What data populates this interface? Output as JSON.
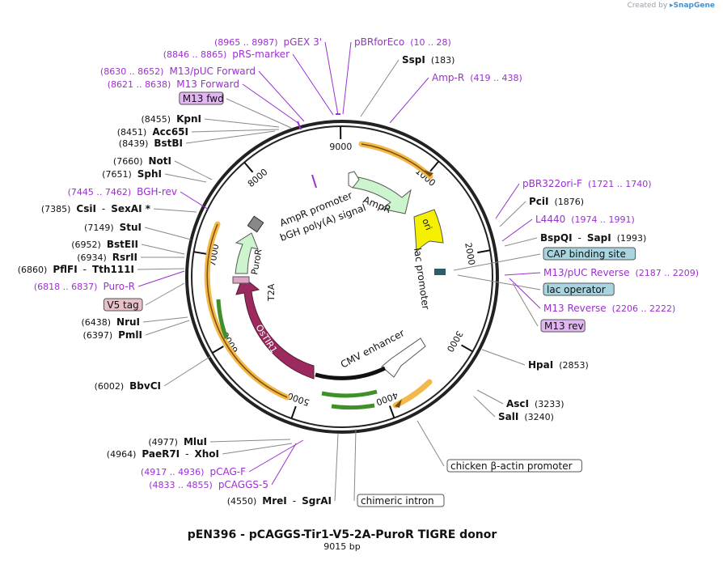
{
  "credit": {
    "prefix": "Created by",
    "brand": "SnapGene"
  },
  "plasmid": {
    "name": "pEN396 - pCAGGS-Tir1-V5-2A-PuroR TIGRE donor",
    "length_label": "9015 bp",
    "length": 9015
  },
  "colors": {
    "purple": "#9b30d0",
    "black": "#111111",
    "leader": "#888888",
    "orange": "#f2b84a",
    "green_arrow": "#cdf5cd",
    "maroon": "#9b2a5e",
    "yellow": "#f5f000",
    "blue_box": "#a8d5e0",
    "purple_box": "#e2b6f2",
    "pink_box": "#e9c0c8"
  },
  "ticks": [
    "1000",
    "2000",
    "3000",
    "4000",
    "5000",
    "6000",
    "7000",
    "8000",
    "9000"
  ],
  "features": [
    {
      "id": "ampr",
      "label": "AmpR"
    },
    {
      "id": "ori",
      "label": "ori"
    },
    {
      "id": "ostir1",
      "label": "OsTIR1"
    },
    {
      "id": "puror",
      "label": "PuroR"
    },
    {
      "id": "cmv",
      "label": "CMV enhancer"
    },
    {
      "id": "lacpro",
      "label": "lac promoter"
    },
    {
      "id": "amprpro",
      "label": "AmpR promoter"
    },
    {
      "id": "bgh",
      "label": "bGH poly(A) signal"
    },
    {
      "id": "t2a",
      "label": "T2A"
    }
  ],
  "left_labels": [
    {
      "pos": "(8965 .. 8987)",
      "name": "pGEX 3'",
      "type": "primer"
    },
    {
      "pos": "(8846 .. 8865)",
      "name": "pRS-marker",
      "type": "primer"
    },
    {
      "pos": "(8630 .. 8652)",
      "name": "M13/pUC Forward",
      "type": "primer"
    },
    {
      "pos": "(8621 .. 8638)",
      "name": "M13 Forward",
      "type": "primer"
    },
    {
      "name": "M13 fwd",
      "type": "box_purple"
    },
    {
      "pos": "(8455)",
      "name": "KpnI",
      "type": "enzyme"
    },
    {
      "pos": "(8451)",
      "name": "Acc65I",
      "type": "enzyme"
    },
    {
      "pos": "(8439)",
      "name": "BstBI",
      "type": "enzyme"
    },
    {
      "pos": "(7660)",
      "name": "NotI",
      "type": "enzyme"
    },
    {
      "pos": "(7651)",
      "name": "SphI",
      "type": "enzyme"
    },
    {
      "pos": "(7445 .. 7462)",
      "name": "BGH-rev",
      "type": "primer"
    },
    {
      "pos": "(7385)",
      "name": "CsiI",
      "name2": "SexAI *",
      "type": "enzyme2"
    },
    {
      "pos": "(7149)",
      "name": "StuI",
      "type": "enzyme"
    },
    {
      "pos": "(6952)",
      "name": "BstEII",
      "type": "enzyme"
    },
    {
      "pos": "(6934)",
      "name": "RsrII",
      "type": "enzyme"
    },
    {
      "pos": "(6860)",
      "name": "PflFI",
      "name2": "Tth111I",
      "type": "enzyme2"
    },
    {
      "pos": "(6818 .. 6837)",
      "name": "Puro-R",
      "type": "primer"
    },
    {
      "name": "V5 tag",
      "type": "box_pink"
    },
    {
      "pos": "(6438)",
      "name": "NruI",
      "type": "enzyme"
    },
    {
      "pos": "(6397)",
      "name": "PmlI",
      "type": "enzyme"
    },
    {
      "pos": "(6002)",
      "name": "BbvCI",
      "type": "enzyme"
    },
    {
      "pos": "(4977)",
      "name": "MluI",
      "type": "enzyme"
    },
    {
      "pos": "(4964)",
      "name": "PaeR7I",
      "name2": "XhoI",
      "type": "enzyme2"
    },
    {
      "pos": "(4917 .. 4936)",
      "name": "pCAG-F",
      "type": "primer"
    },
    {
      "pos": "(4833 .. 4855)",
      "name": "pCAGGS-5",
      "type": "primer"
    },
    {
      "pos": "(4550)",
      "name": "MreI",
      "name2": "SgrAI",
      "type": "enzyme2"
    }
  ],
  "right_labels": [
    {
      "name": "pBRforEco",
      "pos": "(10 .. 28)",
      "type": "primer"
    },
    {
      "name": "SspI",
      "pos": "(183)",
      "type": "enzyme"
    },
    {
      "name": "Amp-R",
      "pos": "(419 .. 438)",
      "type": "primer"
    },
    {
      "name": "pBR322ori-F",
      "pos": "(1721 .. 1740)",
      "type": "primer"
    },
    {
      "name": "PciI",
      "pos": "(1876)",
      "type": "enzyme"
    },
    {
      "name": "L4440",
      "pos": "(1974 .. 1991)",
      "type": "primer"
    },
    {
      "name": "BspQI",
      "name2": "SapI",
      "pos": "(1993)",
      "type": "enzyme2"
    },
    {
      "name": "CAP binding site",
      "type": "box_blue"
    },
    {
      "name": "M13/pUC Reverse",
      "pos": "(2187 .. 2209)",
      "type": "primer"
    },
    {
      "name": "lac operator",
      "type": "box_blue"
    },
    {
      "name": "M13 Reverse",
      "pos": "(2206 .. 2222)",
      "type": "primer"
    },
    {
      "name": "M13 rev",
      "type": "box_purple"
    },
    {
      "name": "HpaI",
      "pos": "(2853)",
      "type": "enzyme"
    },
    {
      "name": "AscI",
      "pos": "(3233)",
      "type": "enzyme"
    },
    {
      "name": "SalI",
      "pos": "(3240)",
      "type": "enzyme"
    },
    {
      "name": "chicken β-actin promoter",
      "type": "box_white"
    },
    {
      "name": "chimeric intron",
      "type": "box_white"
    }
  ]
}
